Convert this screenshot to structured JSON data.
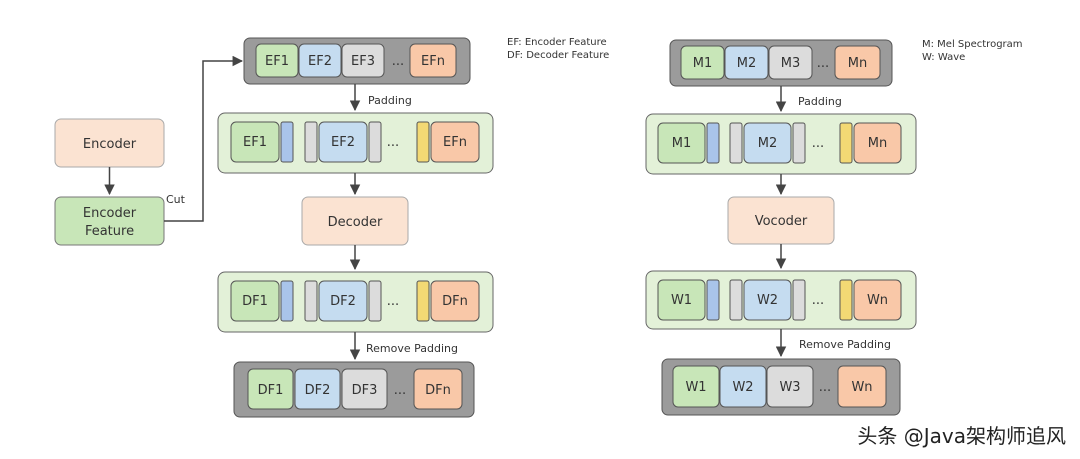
{
  "colors": {
    "green": "#c8e6b8",
    "blue": "#c5dcf0",
    "gray": "#dcdcdc",
    "orange": "#f9c8a8",
    "peach": "#fbe3d2",
    "yellow": "#f7e08a",
    "container_gray": "#9b9b9b",
    "container_green": "#e3f1d8",
    "pad_blue": "#a9c4ea",
    "pad_gray": "#dcdcdc",
    "pad_yellow": "#f3d974",
    "stroke": "#555555"
  },
  "left": {
    "legend": [
      "EF:  Encoder Feature",
      "DF: Decoder Feature"
    ],
    "encoder": "Encoder",
    "encoder_feature": [
      "Encoder",
      "Feature"
    ],
    "cut_label": "Cut",
    "top_row": [
      "EF1",
      "EF2",
      "EF3",
      "...",
      "EFn"
    ],
    "padding_label": "Padding",
    "padded_row": [
      "EF1",
      "EF2",
      "...",
      "EFn"
    ],
    "decoder": "Decoder",
    "dec_padded_row": [
      "DF1",
      "DF2",
      "...",
      "DFn"
    ],
    "remove_padding_label": "Remove Padding",
    "bottom_row": [
      "DF1",
      "DF2",
      "DF3",
      "...",
      "DFn"
    ]
  },
  "right": {
    "legend": [
      "M: Mel Spectrogram",
      "W: Wave"
    ],
    "top_row": [
      "M1",
      "M2",
      "M3",
      "...",
      "Mn"
    ],
    "padding_label": "Padding",
    "padded_row": [
      "M1",
      "M2",
      "...",
      "Mn"
    ],
    "vocoder": "Vocoder",
    "voc_padded_row": [
      "W1",
      "W2",
      "...",
      "Wn"
    ],
    "remove_padding_label": "Remove Padding",
    "bottom_row": [
      "W1",
      "W2",
      "W3",
      "...",
      "Wn"
    ]
  },
  "watermark": "头条 @Java架构师追风"
}
